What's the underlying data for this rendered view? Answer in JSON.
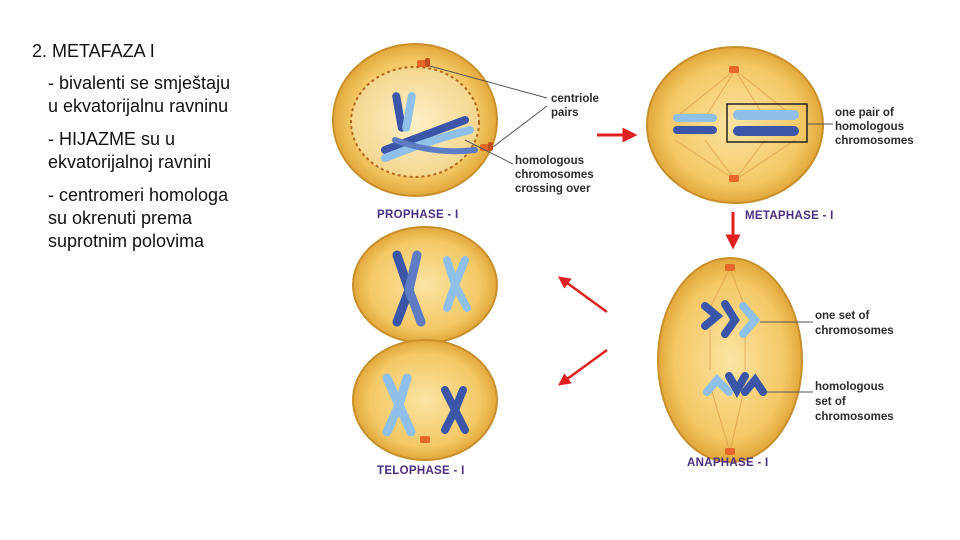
{
  "text": {
    "heading": "2. METAFAZA I",
    "bullets": [
      "- bivalenti se smještaju\nu ekvatorijalnu ravninu",
      "- HIJAZME su u\nekvatorijalnoj ravnini",
      "- centromeri homologa\nsu okrenuti prema\nsuprotnim polovima"
    ]
  },
  "diagram": {
    "phases": {
      "prophase": "PROPHASE - I",
      "metaphase": "METAPHASE - I",
      "anaphase": "ANAPHASE - I",
      "telophase": "TELOPHASE - I"
    },
    "labels": {
      "centriole_line1": "centriole",
      "centriole_line2": "pairs",
      "crossing_line1": "homologous",
      "crossing_line2": "chromosomes",
      "crossing_line3": "crossing over",
      "pair_line1": "one pair of",
      "pair_line2": "homologous",
      "pair_line3": "chromosomes",
      "set_line1": "one set of",
      "set_line2": "chromosomes",
      "homset_line1": "homologous",
      "homset_line2": "set of",
      "homset_line3": "chromosomes"
    },
    "colors": {
      "cell_fill": "#f4c865",
      "cell_rim": "#d89a2a",
      "chromosome_dark": "#3b56a8",
      "chromosome_light": "#8fc0ea",
      "centriole": "#e8682a",
      "arrow": "#e02020"
    }
  }
}
